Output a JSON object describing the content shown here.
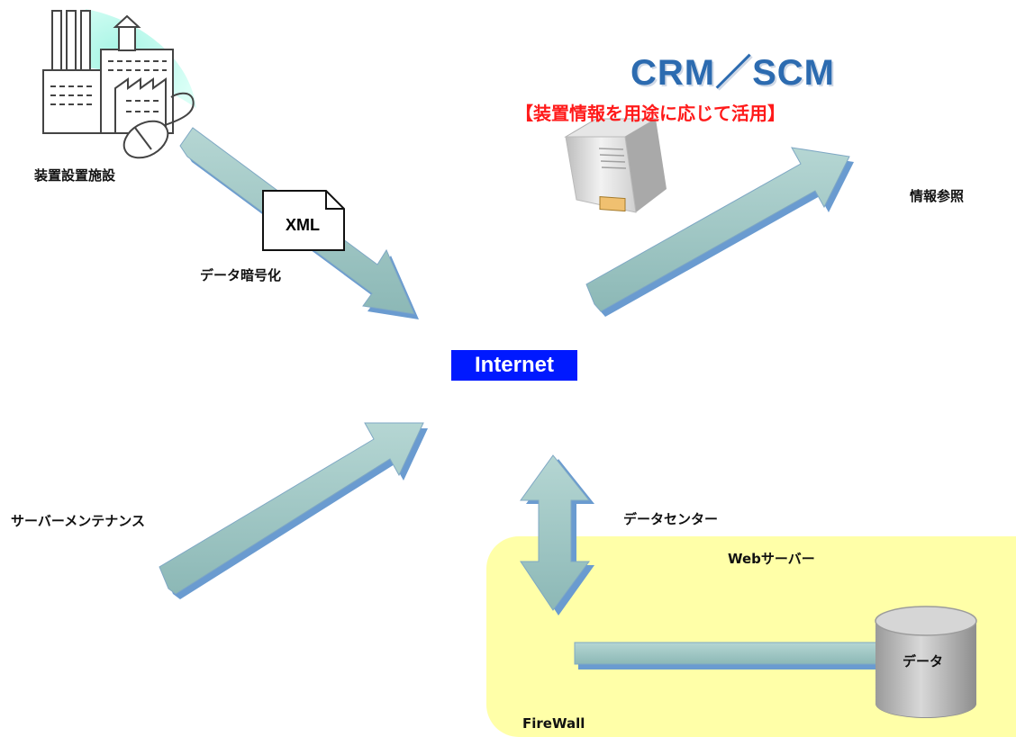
{
  "nodes": {
    "facility": "装置設置施設",
    "encryption": "データ暗号化",
    "xml": "XML",
    "crm_title": "CRM／SCM",
    "crm_subtitle": "【装置情報を用途に応じて活用】",
    "info_ref": "情報参照",
    "internet": "Internet",
    "server_maintenance": "サーバーメンテナンス",
    "data_center": "データセンター",
    "web_server": "Webサーバー",
    "database": "データ",
    "firewall": "FireWall"
  },
  "colors": {
    "arrow_fill": "#9dc3c1",
    "arrow_shade": "#6a9bd0",
    "zone": "#ffffa8",
    "internet_bg": "#0019ff",
    "crm_title": "#2c6bb0",
    "crm_subtitle": "#ff1a1a",
    "cylinder": "#c7c7c7"
  },
  "icons": [
    "factory-icon",
    "mouse-icon",
    "server-tower-icon",
    "document-icon",
    "database-cylinder-icon"
  ]
}
